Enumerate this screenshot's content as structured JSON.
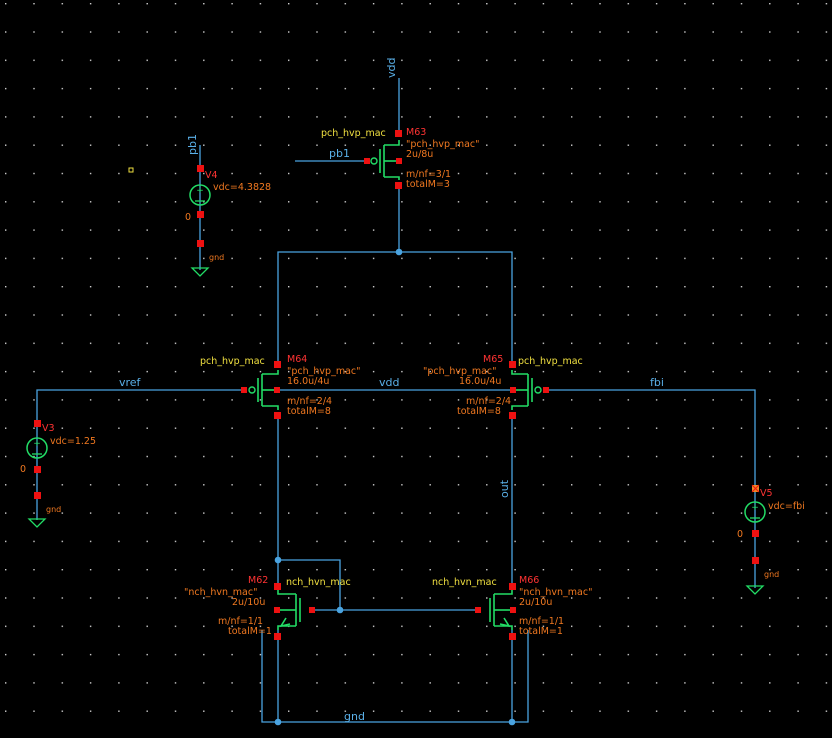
{
  "nets": {
    "vdd_top": "vdd",
    "pb1_v": "pb1",
    "pb1_h": "pb1",
    "vref": "vref",
    "vdd_mid": "vdd",
    "fbi": "fbi",
    "out": "out",
    "gnd": "gnd"
  },
  "instances": {
    "M63": {
      "name": "M63",
      "cell": "pch_hvp_mac",
      "model": "\"pch_hvp_mac\"",
      "wl": "2u/8u",
      "mnf": "m/nf=3/1",
      "total": "totalM=3"
    },
    "M64": {
      "name": "M64",
      "cell": "pch_hvp_mac",
      "model": "\"pch_hvp_mac\"",
      "wl": "16.0u/4u",
      "mnf": "m/nf=2/4",
      "total": "totalM=8"
    },
    "M65": {
      "name": "M65",
      "cell": "pch_hvp_mac",
      "model": "\"pch_hvp_mac\"",
      "wl": "16.0u/4u",
      "mnf": "m/nf=2/4",
      "total": "totalM=8"
    },
    "M62": {
      "name": "M62",
      "cell": "nch_hvn_mac",
      "model": "\"nch_hvn_mac\"",
      "wl": "2u/10u",
      "mnf": "m/nf=1/1",
      "total": "totalM=1"
    },
    "M66": {
      "name": "M66",
      "cell": "nch_hvn_mac",
      "model": "\"nch_hvn_mac\"",
      "wl": "2u/10u",
      "mnf": "m/nf=1/1",
      "total": "totalM=1"
    }
  },
  "sources": {
    "V4": {
      "name": "V4",
      "value": "vdc=4.3828",
      "zero": "0",
      "gnd": "gnd"
    },
    "V3": {
      "name": "V3",
      "value": "vdc=1.25",
      "zero": "0",
      "gnd": "gnd"
    },
    "V5": {
      "name": "V5",
      "value": "vdc=fbi",
      "zero": "0",
      "gnd": "gnd"
    }
  },
  "colors": {
    "background": "#000000",
    "wire": "#4aa3e0",
    "device": "#22dd66",
    "pin": "#ee1111",
    "cell_label": "#f0e040",
    "param_label": "#f07820",
    "instance_label": "#ff3333"
  }
}
